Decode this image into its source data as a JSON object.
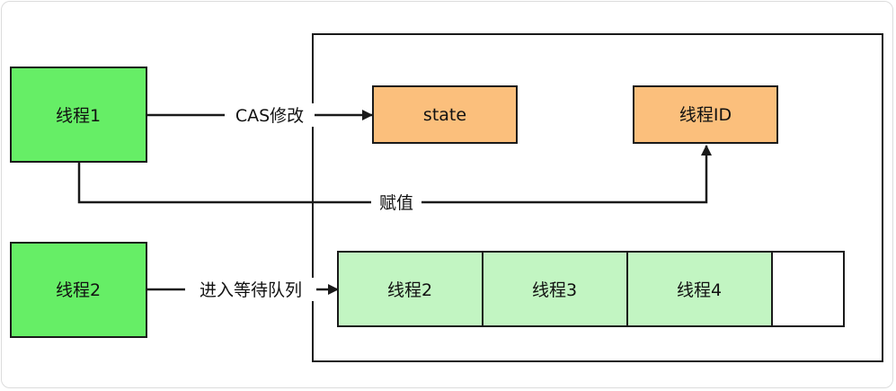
{
  "nodes": {
    "thread1": "线程1",
    "thread2": "线程2",
    "state": "state",
    "thread_id": "线程ID",
    "queue": [
      "线程2",
      "线程3",
      "线程4",
      ""
    ]
  },
  "edges": {
    "cas_modify": "CAS修改",
    "assign": "赋值",
    "enter_queue": "进入等待队列"
  },
  "colors": {
    "thread_green": "#66ee66",
    "field_orange": "#fbbf7c",
    "queue_green": "#c2f5c2",
    "stroke": "#1a1a1a"
  }
}
